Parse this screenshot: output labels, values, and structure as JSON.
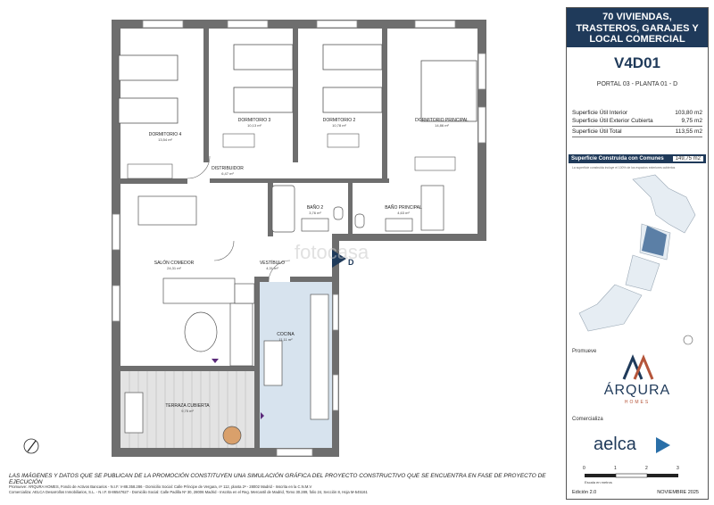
{
  "header": {
    "project_title_line1": "70 VIVIENDAS,",
    "project_title_line2": "TRASTEROS, GARAJES Y",
    "project_title_line3": "LOCAL COMERCIAL",
    "unit_code": "V4D01",
    "portal_info": "PORTAL 03 - PLANTA 01 - D"
  },
  "surfaces": [
    {
      "label": "Superficie Útil Interior",
      "value": "103,80 m2"
    },
    {
      "label": "Superficie Útil Exterior Cubierta",
      "value": "9,75 m2"
    },
    {
      "label": "Superficie Útil Total",
      "value": "113,55 m2"
    }
  ],
  "built_surface": {
    "label": "Superficie Construida con Comunes",
    "value": "149,75 m2"
  },
  "built_note": "La superficie construida incluye el 100% de los espacios exteriores cubiertos",
  "promoter_label": "Promueve",
  "promoter_brand": "ÁRQURA",
  "promoter_sub": "HOMES",
  "seller_label": "Comercializa",
  "seller_brand": "aelca",
  "scale": {
    "ticks": [
      "0",
      "1",
      "2",
      "3"
    ],
    "caption": "Escala en metros"
  },
  "edition": "Edición 2.0",
  "date": "NOVIEMBRE 2025",
  "rooms": [
    {
      "name": "DORMITORIO 4",
      "area": "13,54 m²"
    },
    {
      "name": "DORMITORIO 3",
      "area": "10,13 m²"
    },
    {
      "name": "DORMITORIO 2",
      "area": "10,78 m²"
    },
    {
      "name": "DORMITORIO PRINCIPAL",
      "area": "14,86 m²"
    },
    {
      "name": "DISTRIBUIDOR",
      "area": "6,47 m²"
    },
    {
      "name": "BAÑO 2",
      "area": "3,76 m²"
    },
    {
      "name": "BAÑO PRINCIPAL",
      "area": "4,63 m²"
    },
    {
      "name": "SALÓN COMEDOR",
      "area": "24,31 m²"
    },
    {
      "name": "VESTÍBULO",
      "area": "4,31 m²"
    },
    {
      "name": "COCINA",
      "area": "11,11 m²"
    },
    {
      "name": "TERRAZA CUBIERTA",
      "area": "9,75 m²"
    }
  ],
  "entry_letter": "D",
  "watermark": "fotocasa",
  "disclaimer": "LAS IMÁGENES Y DATOS QUE SE PUBLICAN DE LA PROMOCIÓN CONSTITUYEN UNA SIMULACIÓN GRÁFICA DEL PROYECTO CONSTRUCTIVO QUE SE ENCUENTRA EN FASE DE PROYECTO DE EJECUCIÓN",
  "footer_line1": "Promueve: ÁRQURA HOMES, Fondo de Activos Bancarios - N.I.F. V-88.358.286 - Domicilio Social: Calle Príncipe de Vergara, nº 112, planta 2ª - 28002 Madrid - Inscrita en la C.N.M.V",
  "footer_line2": "Comercializa: AELCA Desarrollos Inmobiliarios, S.L. - N.I.F. B-86547627 - Domicilio Social: Calle Padilla Nº 30, 28006 Madrid - Inscrita en el Reg. Mercantil de Madrid, Tomo 30.289, folio 24, Sección 8, Hoja M-545161",
  "colors": {
    "brand_navy": "#1f3a5a",
    "kitchen_blue": "#d7e3ee",
    "terrace_tile": "#e3e3e3",
    "wall": "#6e6e6e",
    "aelca_blue": "#2a6fa8"
  }
}
